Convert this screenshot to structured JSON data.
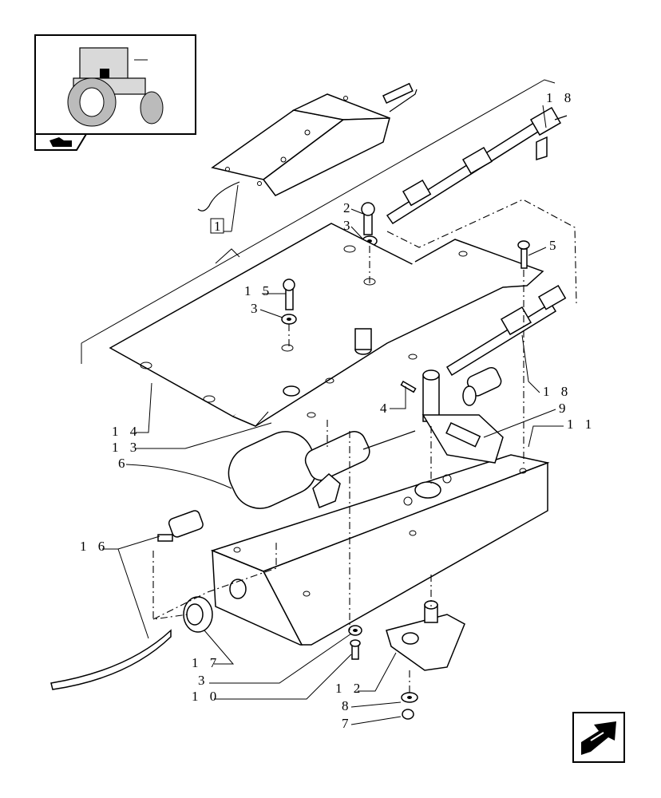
{
  "callouts": {
    "c18a": "1 8",
    "c2": "2",
    "c3a": "3",
    "c5": "5",
    "c15": "1 5",
    "c3b": "3",
    "c18b": "1 8",
    "c9": "9",
    "c11": "1 1",
    "c4": "4",
    "c14": "1 4",
    "c13": "1 3",
    "c6": "6",
    "c16": "1 6",
    "c17": "1 7",
    "c3c": "3",
    "c10": "1 0",
    "c12": "1 2",
    "c8": "8",
    "c7": "7"
  },
  "ref_box_label": "1",
  "icons": {
    "thumbnail": "tractor-locator-thumbnail",
    "nav_back": "page-back-arrow-icon",
    "nav_next": "next-page-arrow-icon"
  }
}
